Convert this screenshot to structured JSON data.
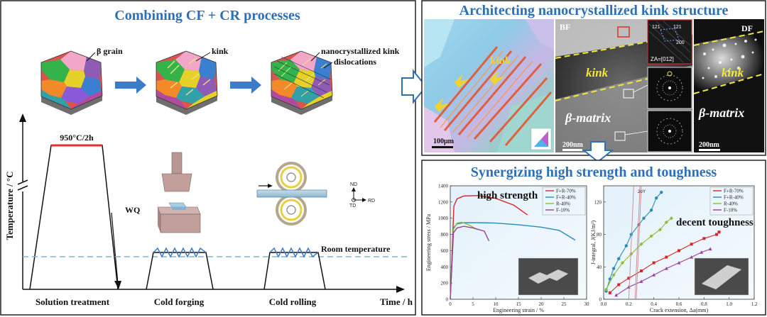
{
  "left_panel": {
    "title": "Combining CF + CR processes",
    "grain_labels": {
      "beta_grain": "β grain",
      "kink": "kink",
      "nano_kink": "nanocrystallized kink",
      "dislocations": "dislocations"
    },
    "y_axis_label": "Temperature / °C",
    "x_axis_label": "Time / h",
    "hold_label": "950°C/2h",
    "quench_label": "WQ",
    "room_temp_label": "Room temperature",
    "stages": [
      "Solution treatment",
      "Cold forging",
      "Cold rolling"
    ],
    "rolling_axes": {
      "nd": "ND",
      "rd": "RD",
      "td": "TD"
    }
  },
  "right_top": {
    "title": "Architecting nanocrystallized kink structure",
    "ebsd": {
      "kink_label": "kink",
      "scale_bar": "100μm"
    },
    "bf": {
      "tag": "BF",
      "kink_label": "kink",
      "matrix_label": "β-matrix",
      "scale_bar": "200nm",
      "za_label": "ZA=[012]",
      "spot_labels": [
        "121",
        "121",
        "200"
      ]
    },
    "df": {
      "tag": "DF",
      "kink_label": "kink",
      "matrix_label": "β-matrix",
      "scale_bar": "200nm"
    }
  },
  "right_bottom": {
    "title": "Synergizing high strength and toughness",
    "chart_data": [
      {
        "type": "line",
        "title": "high strength",
        "xlabel": "Engineering strain / %",
        "ylabel": "Engineering stress / MPa",
        "xlim": [
          0,
          30
        ],
        "ylim": [
          0,
          1400
        ],
        "x_ticks": [
          0,
          5,
          10,
          15,
          20,
          25,
          30
        ],
        "y_ticks": [
          0,
          200,
          400,
          600,
          800,
          1000,
          1200,
          1400
        ],
        "legend_position": "top-right",
        "series": [
          {
            "name": "F+R-70%",
            "color": "#d62728",
            "points": [
              [
                0,
                0
              ],
              [
                0.8,
                1150
              ],
              [
                1.5,
                1240
              ],
              [
                3,
                1275
              ],
              [
                6,
                1280
              ],
              [
                10,
                1245
              ],
              [
                14,
                1160
              ],
              [
                17,
                1040
              ]
            ]
          },
          {
            "name": "F+R-40%",
            "color": "#2b8bb8",
            "points": [
              [
                0,
                0
              ],
              [
                0.7,
                880
              ],
              [
                1.5,
                930
              ],
              [
                3,
                945
              ],
              [
                6,
                945
              ],
              [
                10,
                940
              ],
              [
                15,
                920
              ],
              [
                20,
                890
              ],
              [
                24,
                850
              ],
              [
                27.5,
                730
              ]
            ]
          },
          {
            "name": "R-40%",
            "color": "#8fbc3a",
            "points": [
              [
                0,
                0
              ],
              [
                0.7,
                860
              ],
              [
                1.5,
                940
              ],
              [
                2.5,
                950
              ],
              [
                4,
                920
              ],
              [
                6,
                860
              ]
            ]
          },
          {
            "name": "F-10%",
            "color": "#9b3fa0",
            "points": [
              [
                0,
                0
              ],
              [
                0.7,
                820
              ],
              [
                1.5,
                880
              ],
              [
                3,
                900
              ],
              [
                5,
                880
              ],
              [
                7.5,
                840
              ],
              [
                8.5,
                720
              ]
            ]
          }
        ]
      },
      {
        "type": "scatter",
        "title": "decent toughness",
        "xlabel": "Crack extension, Δa(mm)",
        "ylabel": "J-integral, J(KJ/m²)",
        "xlim": [
          0,
          1.2
        ],
        "ylim": [
          0,
          140
        ],
        "x_ticks": [
          0.0,
          0.2,
          0.4,
          0.6,
          0.8,
          1.0,
          1.2
        ],
        "y_ticks": [
          0,
          40,
          80,
          120
        ],
        "legend_position": "top-right",
        "annotation": "2σY",
        "series": [
          {
            "name": "F+R-70%",
            "color": "#d62728",
            "marker": "square",
            "points": [
              [
                0.05,
                8
              ],
              [
                0.12,
                18
              ],
              [
                0.2,
                26
              ],
              [
                0.3,
                35
              ],
              [
                0.4,
                45
              ],
              [
                0.5,
                52
              ],
              [
                0.6,
                60
              ],
              [
                0.7,
                68
              ],
              [
                0.8,
                75
              ],
              [
                0.9,
                80
              ],
              [
                0.92,
                83
              ]
            ]
          },
          {
            "name": "F+R-40%",
            "color": "#2b8bb8",
            "marker": "circle",
            "points": [
              [
                0.02,
                10
              ],
              [
                0.05,
                25
              ],
              [
                0.08,
                38
              ],
              [
                0.12,
                50
              ],
              [
                0.18,
                66
              ],
              [
                0.22,
                80
              ],
              [
                0.28,
                92
              ],
              [
                0.32,
                100
              ],
              [
                0.38,
                110
              ],
              [
                0.42,
                125
              ],
              [
                0.46,
                132
              ]
            ]
          },
          {
            "name": "R-40%",
            "color": "#8fbc3a",
            "marker": "diamond",
            "points": [
              [
                0.02,
                12
              ],
              [
                0.08,
                30
              ],
              [
                0.15,
                45
              ],
              [
                0.22,
                56
              ],
              [
                0.3,
                68
              ],
              [
                0.38,
                78
              ],
              [
                0.45,
                86
              ],
              [
                0.5,
                95
              ],
              [
                0.54,
                100
              ]
            ]
          },
          {
            "name": "F-10%",
            "color": "#9b3fa0",
            "marker": "triangle",
            "points": [
              [
                0.1,
                5
              ],
              [
                0.2,
                15
              ],
              [
                0.3,
                22
              ],
              [
                0.4,
                30
              ],
              [
                0.5,
                38
              ],
              [
                0.6,
                45
              ],
              [
                0.7,
                52
              ],
              [
                0.78,
                58
              ],
              [
                0.85,
                62
              ]
            ]
          }
        ]
      }
    ]
  }
}
